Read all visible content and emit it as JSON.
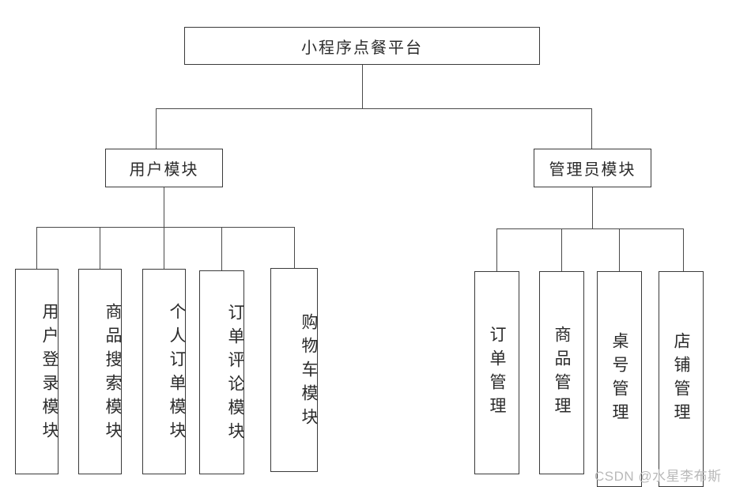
{
  "diagram": {
    "type": "tree-hierarchy-chart",
    "title": "小程序点餐平台",
    "root": {
      "label": "小程序点餐平台"
    },
    "branches": [
      {
        "label": "用户模块",
        "children": [
          {
            "label": "用户登录模块"
          },
          {
            "label": "商品搜索模块"
          },
          {
            "label": "个人订单模块"
          },
          {
            "label": "订单评论模块"
          },
          {
            "label": "购物车模块"
          }
        ]
      },
      {
        "label": "管理员模块",
        "children": [
          {
            "label": "订单管理"
          },
          {
            "label": "商品管理"
          },
          {
            "label": "桌号管理"
          },
          {
            "label": "店铺管理"
          }
        ]
      }
    ]
  },
  "watermark": {
    "text": "CSDN @水星李布斯"
  },
  "colors": {
    "box_border": "#3a3a3a",
    "connector": "#4a4a4a",
    "text": "#2b2b2b",
    "background": "#ffffff",
    "watermark": "#b9b9b9"
  }
}
